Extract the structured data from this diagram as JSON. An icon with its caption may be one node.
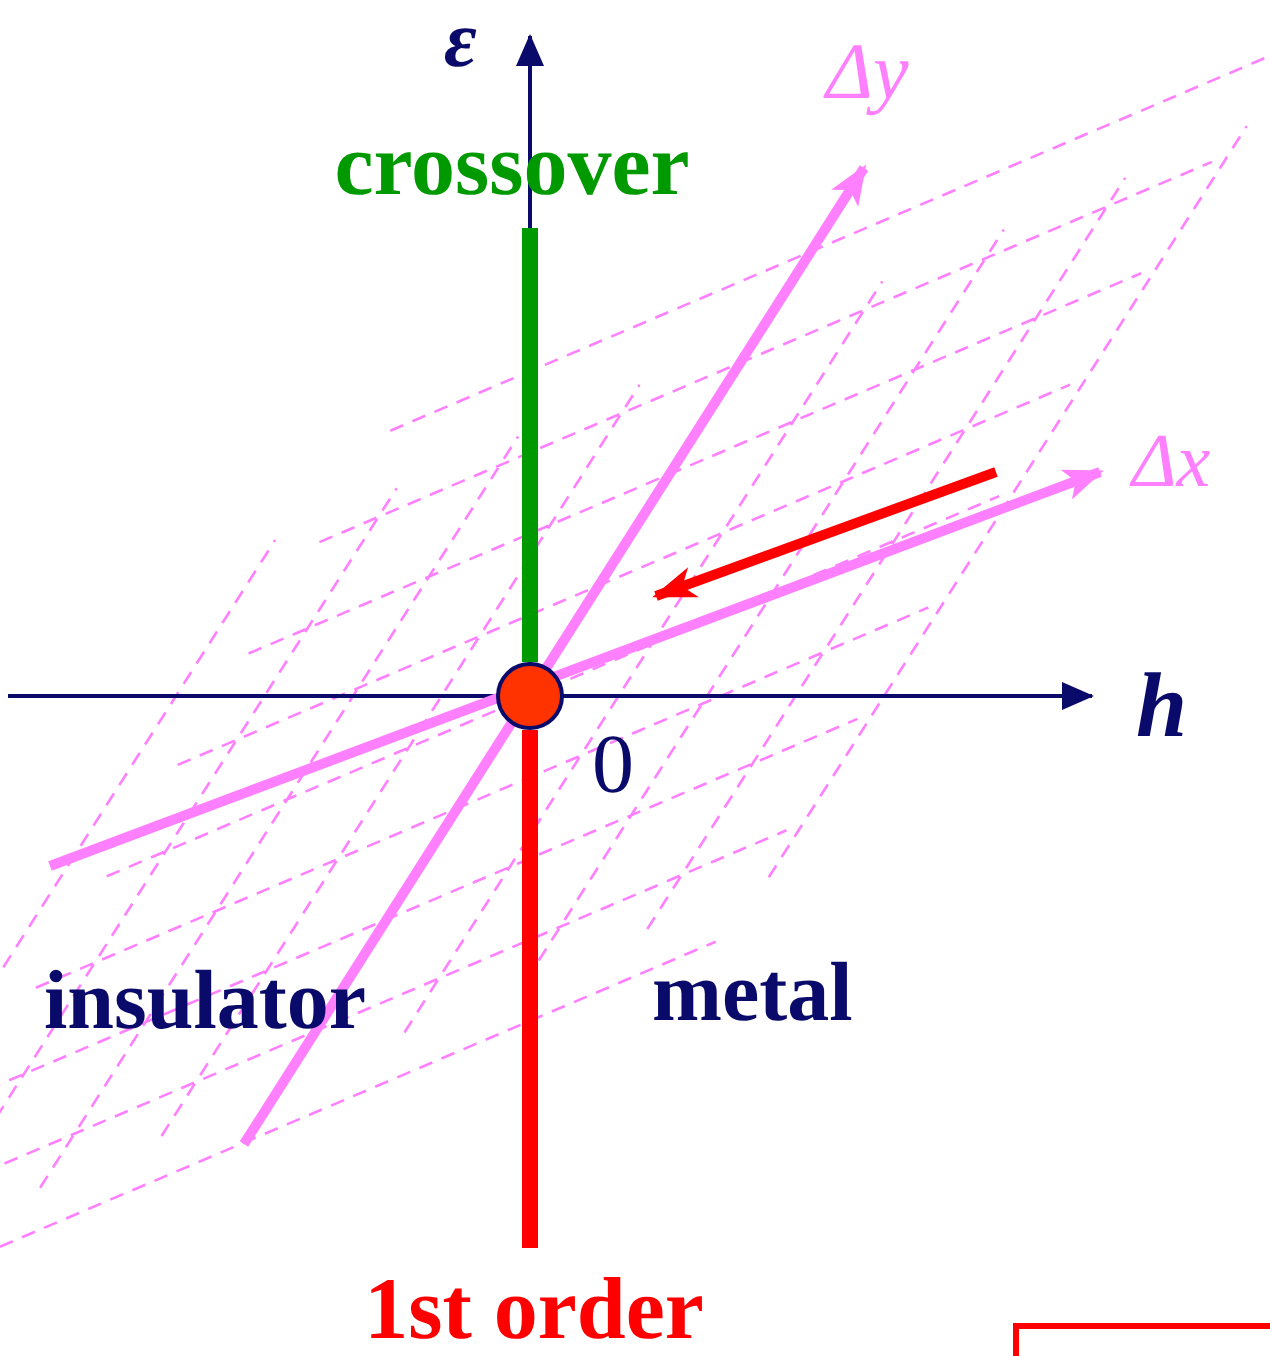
{
  "diagram": {
    "nodes": [
      {
        "text": [],
        "shape": "circle"
      },
      {
        "text": [
          "crossover"
        ]
      },
      {
        "text": [
          "1st order"
        ]
      }
    ],
    "edges": [
      {
        "from": 0,
        "to": 1,
        "arrow": "none",
        "color": "#009900"
      },
      {
        "from": 0,
        "to": 2,
        "arrow": "none",
        "color": "#ff0000"
      }
    ],
    "labels": [
      "ε",
      "Δy",
      "Δx",
      "h",
      "0",
      "insulator",
      "metal"
    ]
  }
}
